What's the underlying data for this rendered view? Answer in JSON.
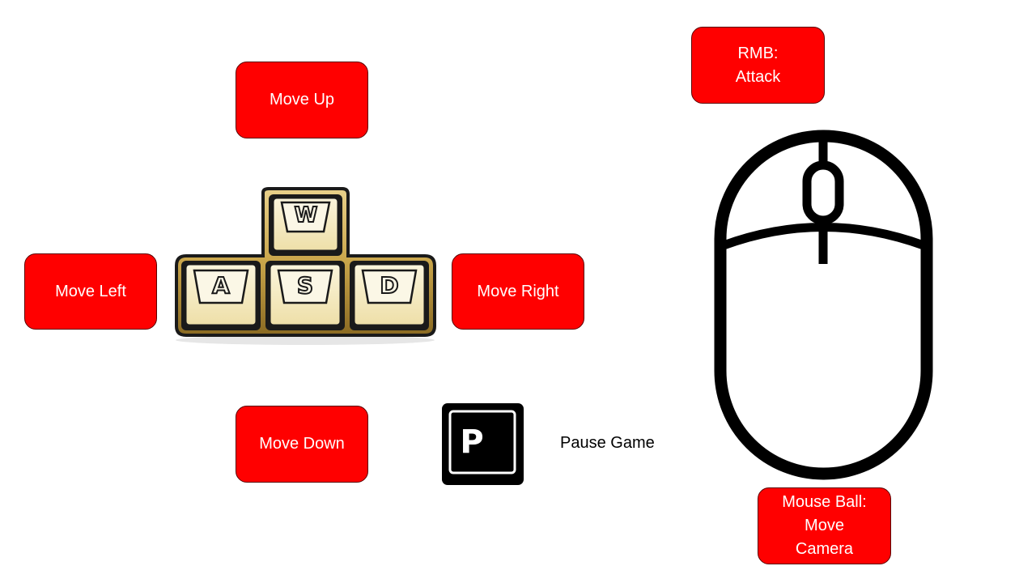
{
  "labels": {
    "move_up": "Move Up",
    "move_left": "Move Left",
    "move_right": "Move Right",
    "move_down": "Move Down",
    "rmb_attack": "RMB:\nAttack",
    "mouse_ball": "Mouse Ball:\nMove\nCamera",
    "pause_game": "Pause Game"
  },
  "keys": {
    "w": "W",
    "a": "A",
    "s": "S",
    "d": "D",
    "p": "P"
  },
  "colors": {
    "callout_fill": "#ff0000",
    "callout_text": "#ffffff",
    "key_gold": "#c9a54a",
    "key_face": "#f7eecb",
    "outline": "#000000"
  },
  "icons": {
    "keys_cluster": "wasd-keys-icon",
    "pause_key": "p-key-icon",
    "mouse": "mouse-icon"
  }
}
